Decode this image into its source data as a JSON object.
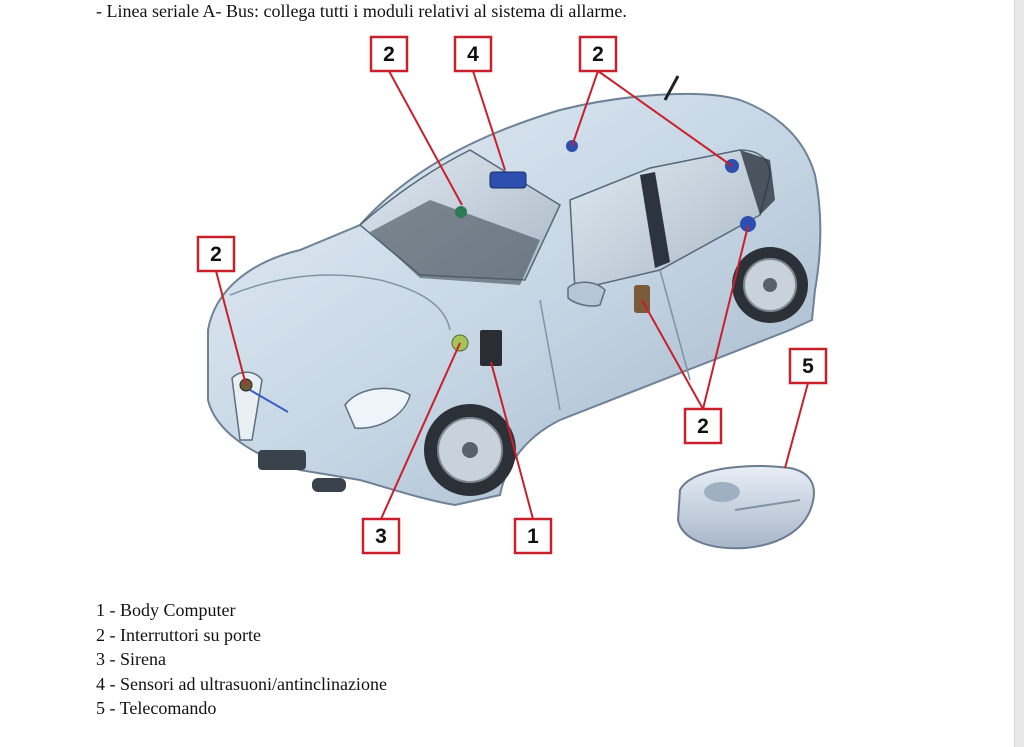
{
  "intro": "- Linea seriale A- Bus: collega tutti i moduli relativi al sistema di allarme.",
  "callouts": [
    {
      "label": "2"
    },
    {
      "label": "4"
    },
    {
      "label": "2"
    },
    {
      "label": "2"
    },
    {
      "label": "5"
    },
    {
      "label": "2"
    },
    {
      "label": "3"
    },
    {
      "label": "1"
    }
  ],
  "legend": [
    "1 - Body Computer",
    "2 - Interruttori su porte",
    "3 - Sirena",
    "4 - Sensori ad ultrasuoni/antinclinazione",
    "5 - Telecomando"
  ],
  "colors": {
    "callout_border": "#c8202c",
    "car_body": "#c9d8e6",
    "component_blue": "#2d4fb0"
  }
}
